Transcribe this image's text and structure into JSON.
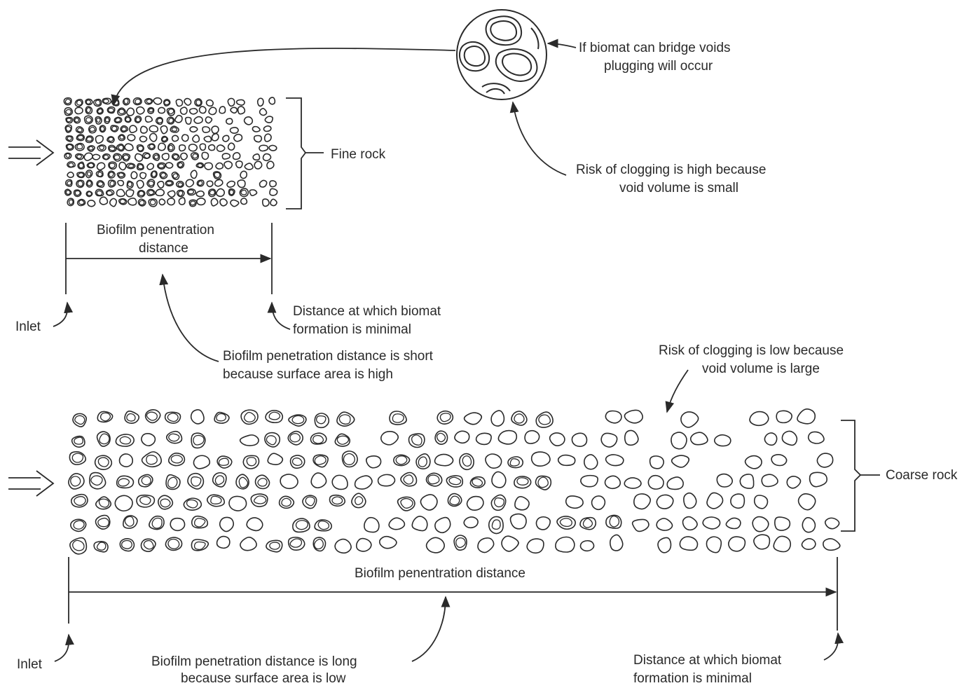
{
  "fine": {
    "label": "Fine rock",
    "penetration_line1": "Biofilm penentration",
    "penetration_line2": "distance",
    "inlet": "Inlet",
    "minimal_line1": "Distance at which biomat",
    "minimal_line2": "formation is minimal",
    "short_line1": "Biofilm penetration distance is short",
    "short_line2": "because surface area is high"
  },
  "magnified": {
    "bridge_line1": "If biomat can bridge voids",
    "bridge_line2": "plugging will occur",
    "high_risk_line1": "Risk of clogging is high because",
    "high_risk_line2": "void volume is small"
  },
  "coarse": {
    "label": "Coarse rock",
    "low_risk_line1": "Risk of clogging is low because",
    "low_risk_line2": "void volume is large",
    "penetration": "Biofilm penentration distance",
    "inlet": "Inlet",
    "long_line1": "Biofilm penetration distance is long",
    "long_line2": "because surface area is low",
    "minimal_line1": "Distance at which biomat",
    "minimal_line2": "formation is minimal"
  },
  "colors": {
    "ink": "#2a2a2a",
    "background": "#ffffff"
  }
}
